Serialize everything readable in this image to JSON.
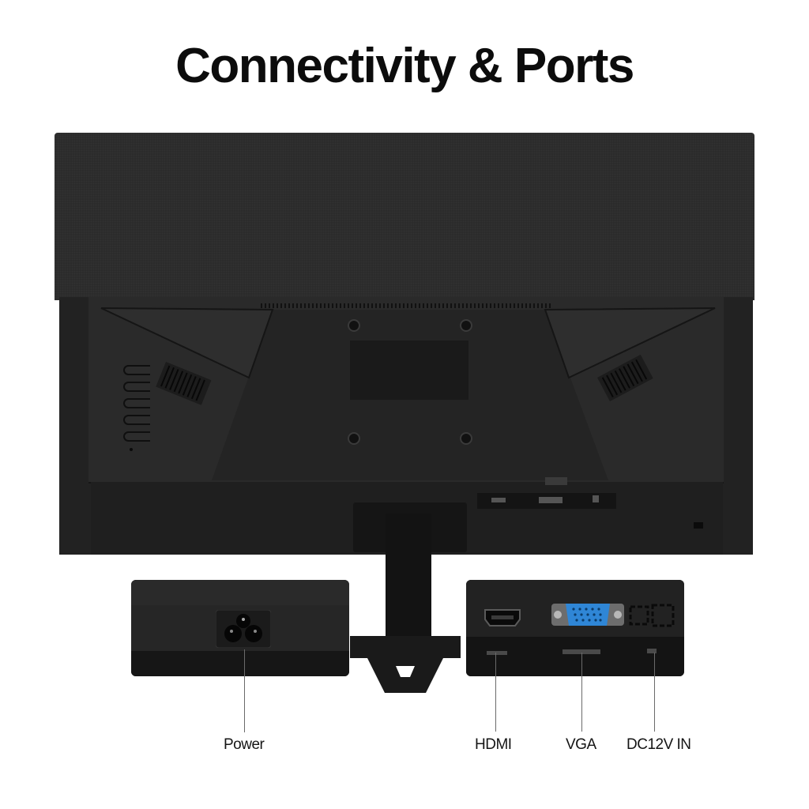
{
  "header": {
    "title": "Connectivity & Ports"
  },
  "product": {
    "view": "monitor-rear",
    "colors": {
      "body": "#2b2b2b",
      "panel": "#2a2a2a",
      "background": "#ffffff",
      "vga_port": "#2f86d6"
    }
  },
  "callouts": [
    {
      "id": "power",
      "label": "Power",
      "icon": "ac-power-socket-icon"
    },
    {
      "id": "hdmi",
      "label": "HDMI",
      "icon": "hdmi-port-icon"
    },
    {
      "id": "vga",
      "label": "VGA",
      "icon": "vga-port-icon"
    },
    {
      "id": "dc",
      "label": "DC12V IN",
      "icon": "dc-jack-icon"
    }
  ]
}
